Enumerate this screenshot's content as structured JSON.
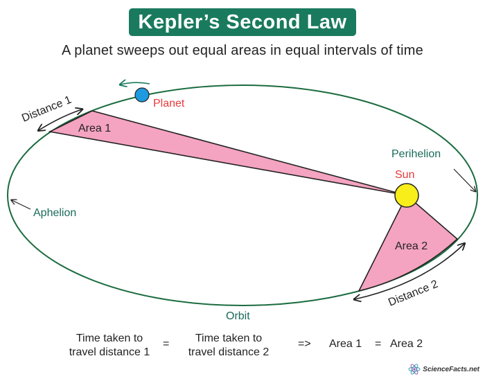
{
  "header": {
    "title": "Kepler’s Second Law",
    "subtitle": "A planet sweeps out equal areas in equal intervals of time"
  },
  "diagram": {
    "planet_label": "Planet",
    "sun_label": "Sun",
    "area1_label": "Area 1",
    "area2_label": "Area 2",
    "distance1_label": "Distance 1",
    "distance2_label": "Distance 2",
    "perihelion_label": "Perihelion",
    "aphelion_label": "Aphelion",
    "orbit_label": "Orbit"
  },
  "equation": {
    "left_line1": "Time taken to",
    "left_line2": "travel distance 1",
    "equals1": "=",
    "right_line1": "Time taken to",
    "right_line2": "travel distance 2",
    "implies": "=>",
    "area1": "Area 1",
    "equals2": "=",
    "area2": "Area 2"
  },
  "logo": {
    "text": "ScienceFacts.net"
  },
  "colors": {
    "title_bg": "#1a7a5e",
    "orbit": "#1a6b3e",
    "area_fill": "#f4a3c0",
    "planet": "#1e9be0",
    "sun": "#f7ee1a",
    "red_label": "#e8393b",
    "green_label": "#1a6b5a"
  }
}
